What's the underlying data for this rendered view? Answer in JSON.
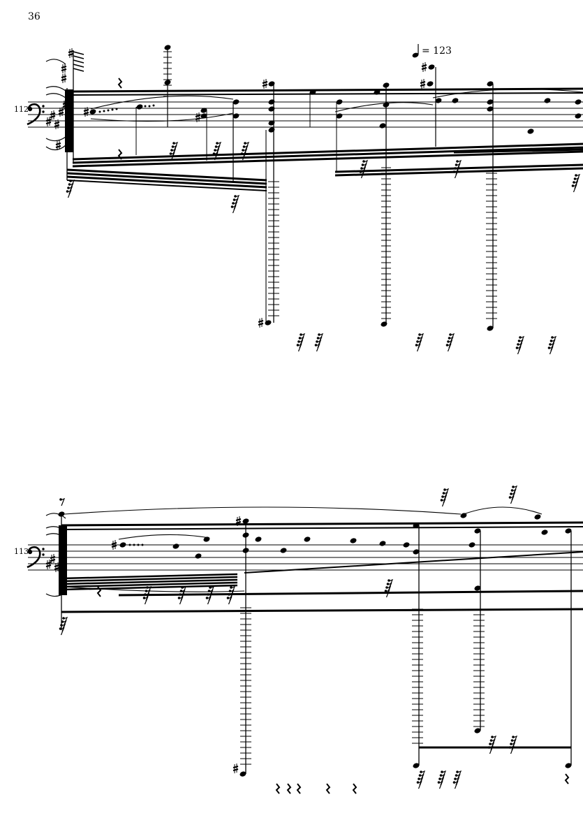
{
  "page": {
    "number": "36"
  },
  "tempo": {
    "equals_text": "= 123"
  },
  "systems": [
    {
      "measure_number": "112",
      "clef": "bass",
      "key_signature": "sharps"
    },
    {
      "measure_number": "113",
      "clef": "bass",
      "key_signature": "sharps"
    }
  ],
  "icons": {
    "bass_clef": "bass-clef-icon",
    "quarter_note": "quarter-note-icon",
    "rest": "rest-icon"
  }
}
